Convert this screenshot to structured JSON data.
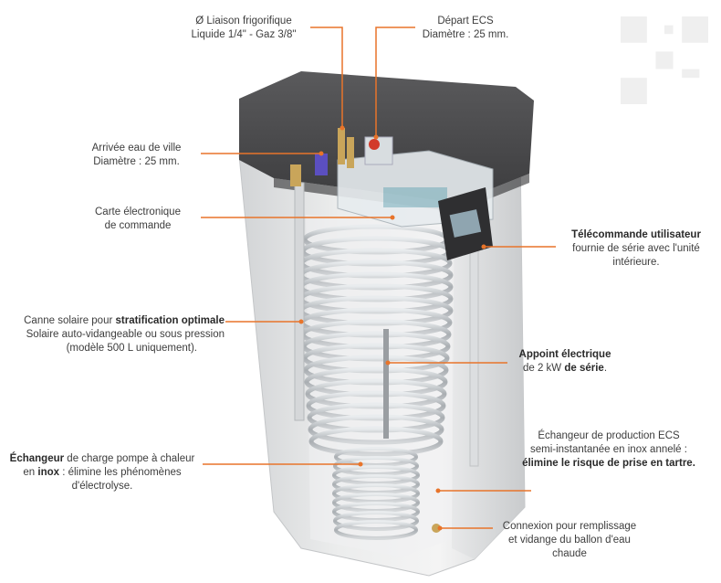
{
  "callouts": {
    "liaison": {
      "line1": "Ø  Liaison frigorifique",
      "line2": "Liquide 1/4\" - Gaz  3/8\""
    },
    "depart": {
      "line1": "Départ ECS",
      "line2": "Diamètre : 25 mm."
    },
    "arrivee": {
      "line1": "Arrivée eau de ville",
      "line2": "Diamètre : 25 mm."
    },
    "carte": {
      "line1": "Carte électronique",
      "line2": "de commande"
    },
    "telecommande": {
      "bold1": "Télécommande utilisateur",
      "line2": "fournie de série avec l'unité",
      "line3": "intérieure."
    },
    "canne": {
      "pre1": "Canne solaire pour ",
      "bold1": "stratification optimale",
      "line2": "Solaire auto-vidangeable ou sous pression",
      "line3": "(modèle 500 L uniquement)."
    },
    "appoint": {
      "bold1": "Appoint électrique",
      "pre2": "de 2 kW ",
      "bold2": "de série",
      "post2": "."
    },
    "echangeur_charge": {
      "bold1": "Échangeur",
      "post1": " de charge pompe à chaleur",
      "pre2": "en ",
      "bold2": "inox",
      "post2": " : élimine les phénomènes",
      "line3": "d'électrolyse."
    },
    "echangeur_ecs": {
      "line1": "Échangeur de production ECS",
      "line2": "semi-instantanée en inox annelé :",
      "bold3": "élimine le risque de prise en tartre."
    },
    "connexion": {
      "line1": "Connexion pour remplissage",
      "line2": "et vidange du ballon d'eau",
      "line3": "chaude"
    }
  },
  "colors": {
    "leader": "#e8742a",
    "top_cap": "#4a4a4c",
    "body": "#e4e5e6",
    "coil": "#b8bcc0"
  }
}
